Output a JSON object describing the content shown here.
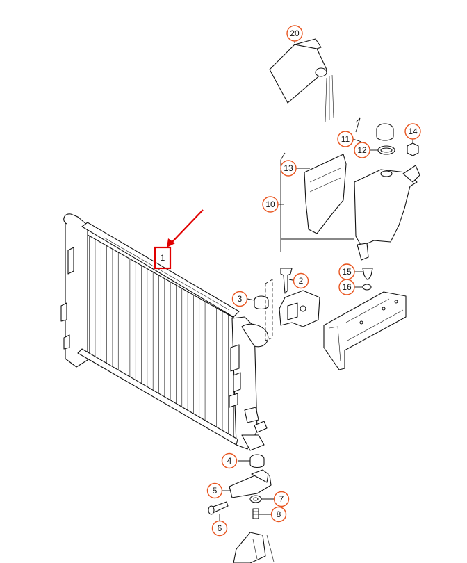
{
  "highlight": {
    "part": "1",
    "color": "#e00000"
  },
  "callout_color": "#e8551f",
  "callouts": [
    {
      "id": "1",
      "label": "1",
      "highlighted": true
    },
    {
      "id": "2",
      "label": "2"
    },
    {
      "id": "3",
      "label": "3"
    },
    {
      "id": "4",
      "label": "4"
    },
    {
      "id": "5",
      "label": "5"
    },
    {
      "id": "6",
      "label": "6"
    },
    {
      "id": "7",
      "label": "7"
    },
    {
      "id": "8",
      "label": "8"
    },
    {
      "id": "10",
      "label": "10"
    },
    {
      "id": "11",
      "label": "11"
    },
    {
      "id": "12",
      "label": "12"
    },
    {
      "id": "13",
      "label": "13"
    },
    {
      "id": "14",
      "label": "14"
    },
    {
      "id": "15",
      "label": "15"
    },
    {
      "id": "16",
      "label": "16"
    },
    {
      "id": "20",
      "label": "20"
    }
  ]
}
